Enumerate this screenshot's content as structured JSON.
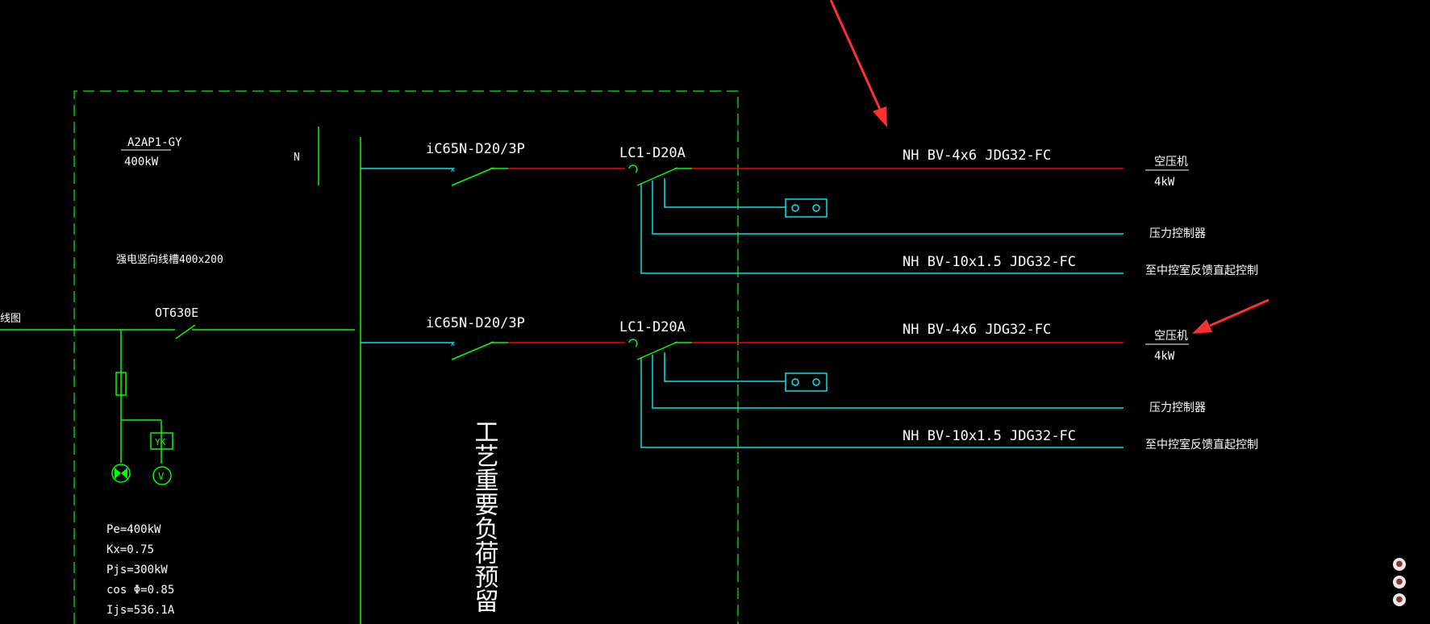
{
  "panel": {
    "id_label": "A2AP1-GY",
    "power_label": "400kW",
    "tray_label": "强电竖向线槽400x200",
    "neutral_label": "N",
    "incoming_label": "线图",
    "main_switch": "OT630E",
    "meter_label": "YK",
    "voltmeter_label": "V",
    "calc_lines": [
      "Pe=400kW",
      "Kx=0.75",
      "Pjs=300kW",
      "cos Φ=0.85",
      "Ijs=536.1A"
    ],
    "reserve_note": "工艺重要负荷预留"
  },
  "circuits": [
    {
      "breaker": "iC65N-D20/3P",
      "contactor": "LC1-D20A",
      "power_cable": "NH BV-4x6 JDG32-FC",
      "load_name": "空压机",
      "load_power": "4kW",
      "control_label": "压力控制器",
      "signal_cable": "NH BV-10x1.5 JDG32-FC",
      "signal_dest": "至中控室反馈直起控制"
    },
    {
      "breaker": "iC65N-D20/3P",
      "contactor": "LC1-D20A",
      "power_cable": "NH BV-4x6 JDG32-FC",
      "load_name": "空压机",
      "load_power": "4kW",
      "control_label": "压力控制器",
      "signal_cable": "NH BV-10x1.5 JDG32-FC",
      "signal_dest": "至中控室反馈直起控制"
    }
  ],
  "colors": {
    "background": "#000000",
    "cabinet_outline": "#00cc00",
    "bus_green": "#00ff00",
    "power_line": "#ff0000",
    "control_line": "#00e5ee",
    "annotation_arrow": "#ff3030"
  },
  "icons": [
    "annotation-arrow",
    "signal-lamp-icon",
    "voltmeter-icon",
    "terminal-box-icon"
  ]
}
